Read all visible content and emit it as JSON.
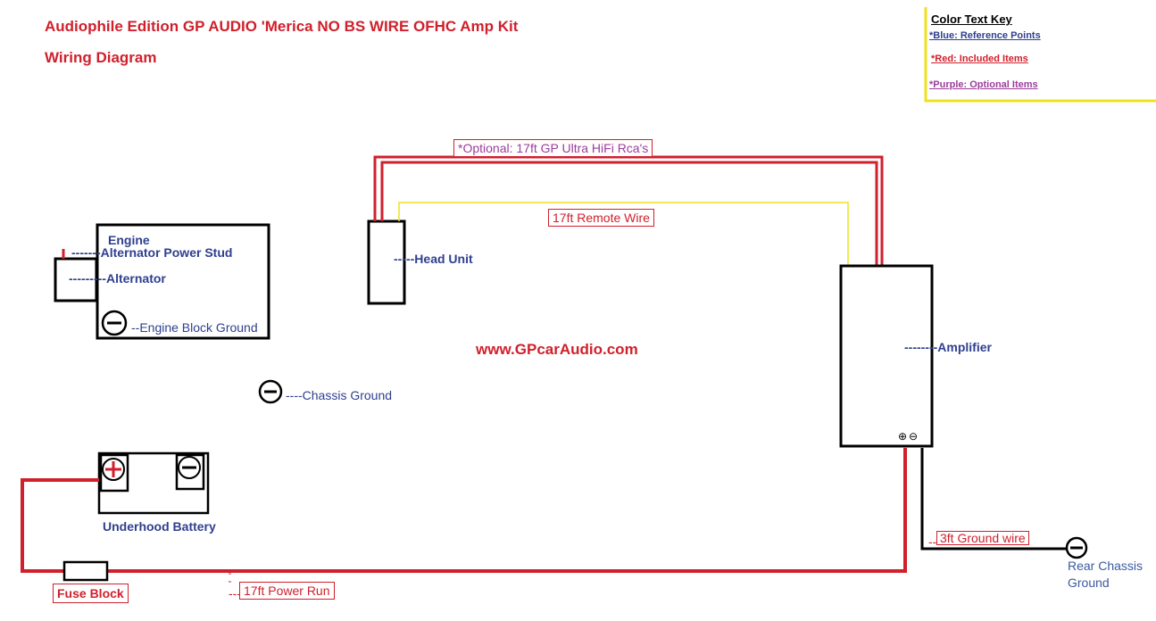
{
  "header": {
    "title_line1": "Audiophile Edition GP AUDIO 'Merica NO BS WIRE OFHC Amp Kit",
    "title_line2": "Wiring Diagram"
  },
  "key": {
    "title": "Color Text Key",
    "blue": "*Blue: Reference Points",
    "red": "*Red: Included Items",
    "purple": "*Purple: Optional Items",
    "colors": {
      "blue": "#2e3f8f",
      "red": "#d0202c",
      "purple": "#9b3d9b",
      "key_border": "#f0e020"
    }
  },
  "labels": {
    "engine": "Engine",
    "alternator_power_stud": "-------Alternator Power Stud",
    "alternator": "---------Alternator",
    "engine_block_ground": "--Engine Block Ground",
    "head_unit": "-----Head Unit",
    "chassis_ground": "----Chassis Ground",
    "amplifier": "--------Amplifier",
    "underhood_battery": "Underhood Battery",
    "rear_chassis_ground_1": "Rear Chassis",
    "rear_chassis_ground_2": "Ground",
    "website": "www.GPcarAudio.com"
  },
  "wires": {
    "rca": "*Optional: 17ft GP Ultra HiFi Rca's",
    "remote": "17ft Remote Wire",
    "power_run": "17ft Power Run",
    "power_run_prefix": "---",
    "ground_wire": "3ft Ground wire",
    "ground_wire_prefix": "---",
    "fuse_block": "Fuse Block"
  },
  "symbols": {
    "plus": "+",
    "minus": "−",
    "amp_terminals": "⊕⊖"
  }
}
